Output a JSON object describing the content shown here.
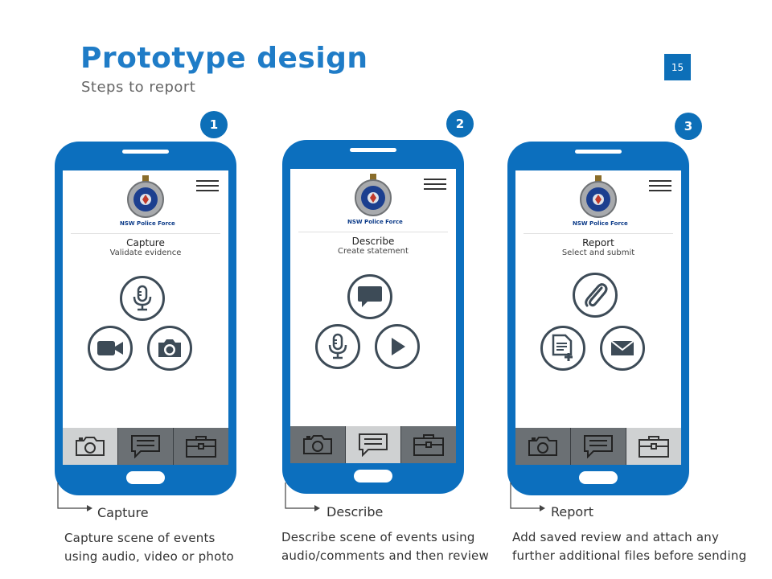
{
  "header": {
    "title": "Prototype design",
    "subtitle": "Steps to report",
    "page_number": "15"
  },
  "brand": {
    "organisation": "NSW Police Force"
  },
  "steps": [
    {
      "number": "1",
      "screen_title": "Capture",
      "screen_subtitle": "Validate evidence",
      "actions": [
        "microphone-icon",
        "video-camera-icon",
        "camera-icon"
      ],
      "active_tab": "capture",
      "label": "Capture",
      "description_line1": "Capture scene of events",
      "description_line2": "using audio, video or photo"
    },
    {
      "number": "2",
      "screen_title": "Describe",
      "screen_subtitle": "Create statement",
      "actions": [
        "speech-bubble-icon",
        "microphone-icon",
        "play-icon"
      ],
      "active_tab": "describe",
      "label": "Describe",
      "description_line1": "Describe scene of events using",
      "description_line2": "audio/comments and then review"
    },
    {
      "number": "3",
      "screen_title": "Report",
      "screen_subtitle": "Select and submit",
      "actions": [
        "paperclip-icon",
        "add-document-icon",
        "envelope-icon"
      ],
      "active_tab": "report",
      "label": "Report",
      "description_line1": "Add saved review  and attach any",
      "description_line2": "further additional files before sending"
    }
  ],
  "tabs": [
    "camera-icon",
    "comment-icon",
    "briefcase-icon"
  ],
  "colors": {
    "accent": "#1f7cc7",
    "phone_body": "#0c6fbe",
    "badge": "#0d6fb8",
    "tab_bar": "#6b7074",
    "tab_active": "#cfd1d2",
    "icon_stroke": "#3d4b57"
  }
}
